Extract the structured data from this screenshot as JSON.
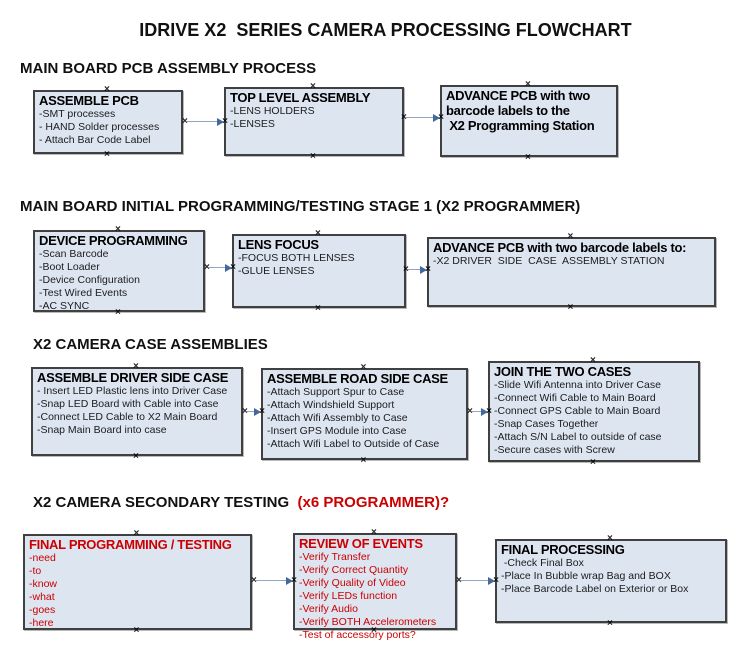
{
  "title": "IDRIVE X2  SERIES CAMERA PROCESSING FLOWCHART",
  "colors": {
    "box_fill": "#dde5f1",
    "box_border": "#404040",
    "red_text": "#cc0000",
    "arrow_line": "#92a6bf",
    "arrow_head": "#44679e"
  },
  "sections": [
    {
      "header": "MAIN BOARD PCB ASSEMBLY PROCESS",
      "header_red": "",
      "boxes": [
        {
          "title": "ASSEMBLE PCB",
          "red": false,
          "items": [
            "-SMT processes",
            "- HAND Solder processes",
            "- Attach Bar Code Label"
          ]
        },
        {
          "title": "TOP LEVEL ASSEMBLY",
          "red": false,
          "items": [
            "-LENS HOLDERS",
            "-LENSES"
          ]
        },
        {
          "title": "ADVANCE PCB with two barcode labels to the\n X2 Programming Station",
          "red": false,
          "items": []
        }
      ]
    },
    {
      "header": "MAIN BOARD INITIAL PROGRAMMING/TESTING STAGE 1 (X2 PROGRAMMER)",
      "header_red": "",
      "boxes": [
        {
          "title": "DEVICE PROGRAMMING",
          "red": false,
          "items": [
            "-Scan Barcode",
            "-Boot Loader",
            "-Device Configuration",
            "-Test Wired Events",
            "-AC SYNC"
          ]
        },
        {
          "title": "LENS FOCUS",
          "red": false,
          "items": [
            "-FOCUS BOTH LENSES",
            "-GLUE LENSES"
          ]
        },
        {
          "title": "ADVANCE PCB with two barcode labels to:",
          "red": false,
          "items": [
            "-X2 DRIVER  SIDE  CASE  ASSEMBLY STATION"
          ]
        }
      ]
    },
    {
      "header": "X2 CAMERA CASE ASSEMBLIES",
      "header_red": "",
      "boxes": [
        {
          "title": "ASSEMBLE DRIVER SIDE CASE",
          "red": false,
          "items": [
            "- Insert LED Plastic lens into Driver Case",
            "-Snap LED Board with Cable into Case",
            "-Connect LED Cable to X2 Main Board",
            "-Snap Main Board into case"
          ]
        },
        {
          "title": "ASSEMBLE ROAD SIDE CASE",
          "red": false,
          "items": [
            "-Attach Support Spur to Case",
            "-Attach Windshield Support",
            "-Attach Wifi Assembly to Case",
            "-Insert GPS Module into Case",
            "-Attach Wifi Label to Outside of Case"
          ]
        },
        {
          "title": "JOIN THE TWO CASES",
          "red": false,
          "items": [
            "-Slide Wifi Antenna into Driver Case",
            "-Connect Wifi Cable to Main Board",
            "-Connect GPS Cable to Main Board",
            "-Snap Cases Together",
            "-Attach S/N Label to outside of case",
            "-Secure cases with Screw"
          ]
        }
      ]
    },
    {
      "header": "X2 CAMERA SECONDARY TESTING ",
      "header_red": " (x6 PROGRAMMER)?",
      "boxes": [
        {
          "title": "FINAL PROGRAMMING / TESTING",
          "red": true,
          "items": [
            "-need",
            "-to",
            "-know",
            "-what",
            "-goes",
            "-here"
          ]
        },
        {
          "title": "REVIEW OF EVENTS",
          "red": true,
          "items": [
            "-Verify Transfer",
            "-Verify Correct Quantity",
            "-Verify Quality of Video",
            "-Verify LEDs function",
            "-Verify Audio",
            "-Verify BOTH Accelerometers",
            "-Test of accessory ports?"
          ]
        },
        {
          "title": "FINAL PROCESSING",
          "red": false,
          "items": [
            " -Check Final Box",
            "-Place In Bubble wrap Bag and BOX",
            "-Place Barcode Label on Exterior or Box"
          ]
        }
      ]
    }
  ],
  "icons": {
    "connector_handle": "×"
  }
}
